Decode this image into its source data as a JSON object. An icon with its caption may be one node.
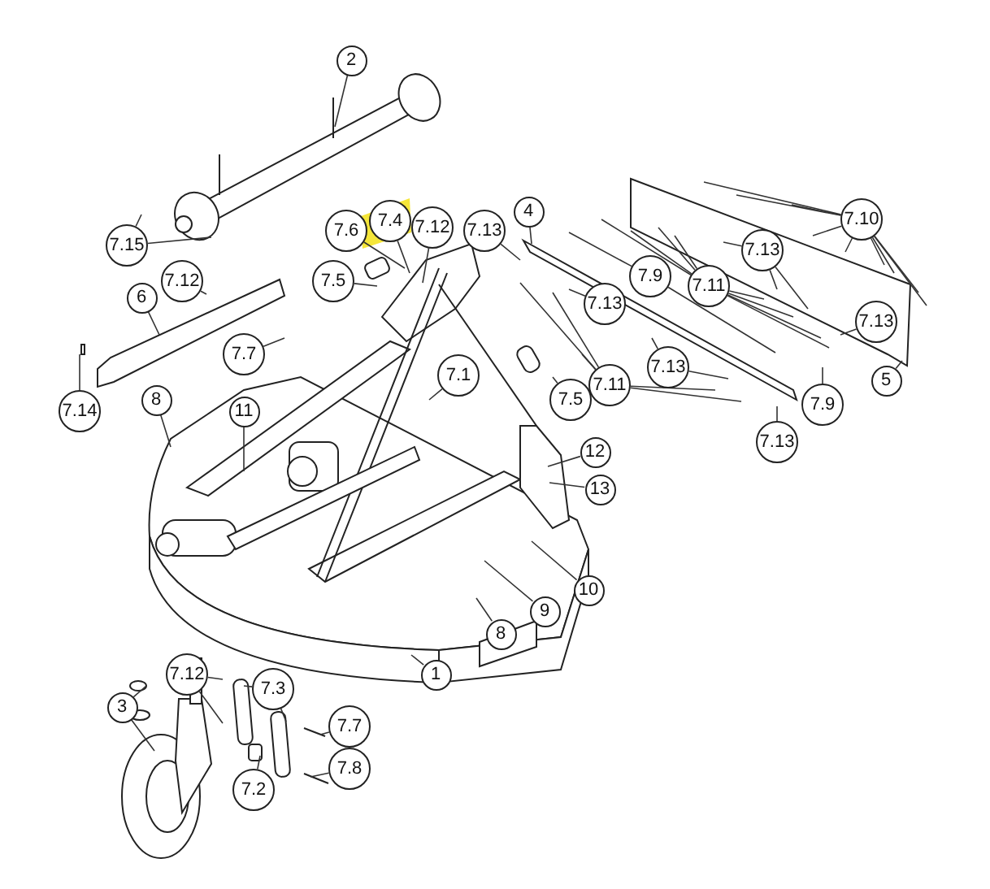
{
  "diagram": {
    "nodes": [
      {
        "text": [
          "2"
        ]
      },
      {
        "text": [
          "4"
        ]
      },
      {
        "text": [
          "7.10"
        ]
      },
      {
        "text": [
          "7.4"
        ]
      },
      {
        "text": [
          "7.12"
        ]
      },
      {
        "text": [
          "7.6"
        ]
      },
      {
        "text": [
          "7.13"
        ]
      },
      {
        "text": [
          "7.15"
        ]
      },
      {
        "text": [
          "7.13"
        ]
      },
      {
        "text": [
          "7.9"
        ]
      },
      {
        "text": [
          "7.12"
        ]
      },
      {
        "text": [
          "7.5"
        ]
      },
      {
        "text": [
          "7.11"
        ]
      },
      {
        "text": [
          "6"
        ]
      },
      {
        "text": [
          "7.13"
        ]
      },
      {
        "text": [
          "7.13"
        ]
      },
      {
        "text": [
          "7.7"
        ]
      },
      {
        "text": [
          "7.13"
        ]
      },
      {
        "text": [
          "7.1"
        ]
      },
      {
        "text": [
          "5"
        ]
      },
      {
        "text": [
          "7.11"
        ]
      },
      {
        "text": [
          "8"
        ]
      },
      {
        "text": [
          "7.5"
        ]
      },
      {
        "text": [
          "7.9"
        ]
      },
      {
        "text": [
          "11"
        ]
      },
      {
        "text": [
          "7.14"
        ]
      },
      {
        "text": [
          "7.13"
        ]
      },
      {
        "text": [
          "12"
        ]
      },
      {
        "text": [
          "13"
        ]
      },
      {
        "text": [
          "10"
        ]
      },
      {
        "text": [
          "9"
        ]
      },
      {
        "text": [
          "8"
        ]
      },
      {
        "text": [
          "1"
        ]
      },
      {
        "text": [
          "7.12"
        ]
      },
      {
        "text": [
          "7.3"
        ]
      },
      {
        "text": [
          "3"
        ]
      },
      {
        "text": [
          "7.7"
        ]
      },
      {
        "text": [
          "7.8"
        ]
      },
      {
        "text": [
          "7.2"
        ]
      }
    ],
    "edges": [
      {
        "from": 0,
        "to": null,
        "arrow": "none"
      },
      {
        "from": 1,
        "to": null,
        "arrow": "none"
      },
      {
        "from": 2,
        "to": null,
        "arrow": "none"
      },
      {
        "from": 2,
        "to": null,
        "arrow": "none"
      },
      {
        "from": 2,
        "to": null,
        "arrow": "none"
      },
      {
        "from": 2,
        "to": null,
        "arrow": "none"
      },
      {
        "from": 2,
        "to": null,
        "arrow": "none"
      },
      {
        "from": 2,
        "to": null,
        "arrow": "none"
      },
      {
        "from": 2,
        "to": null,
        "arrow": "none"
      },
      {
        "from": 2,
        "to": null,
        "arrow": "none"
      },
      {
        "from": 2,
        "to": null,
        "arrow": "none"
      },
      {
        "from": 3,
        "to": null,
        "arrow": "none"
      },
      {
        "from": 4,
        "to": null,
        "arrow": "none"
      },
      {
        "from": 5,
        "to": null,
        "arrow": "none"
      },
      {
        "from": 6,
        "to": null,
        "arrow": "none"
      },
      {
        "from": 7,
        "to": null,
        "arrow": "none"
      },
      {
        "from": 7,
        "to": null,
        "arrow": "none"
      },
      {
        "from": 8,
        "to": null,
        "arrow": "none"
      },
      {
        "from": 8,
        "to": null,
        "arrow": "none"
      },
      {
        "from": 8,
        "to": null,
        "arrow": "none"
      },
      {
        "from": 9,
        "to": null,
        "arrow": "none"
      },
      {
        "from": 9,
        "to": null,
        "arrow": "none"
      },
      {
        "from": 10,
        "to": null,
        "arrow": "none"
      },
      {
        "from": 11,
        "to": null,
        "arrow": "none"
      },
      {
        "from": 12,
        "to": null,
        "arrow": "none"
      },
      {
        "from": 12,
        "to": null,
        "arrow": "none"
      },
      {
        "from": 12,
        "to": null,
        "arrow": "none"
      },
      {
        "from": 12,
        "to": null,
        "arrow": "none"
      },
      {
        "from": 12,
        "to": null,
        "arrow": "none"
      },
      {
        "from": 12,
        "to": null,
        "arrow": "none"
      },
      {
        "from": 12,
        "to": null,
        "arrow": "none"
      },
      {
        "from": 12,
        "to": null,
        "arrow": "none"
      },
      {
        "from": 13,
        "to": null,
        "arrow": "none"
      },
      {
        "from": 14,
        "to": null,
        "arrow": "none"
      },
      {
        "from": 15,
        "to": null,
        "arrow": "none"
      },
      {
        "from": 16,
        "to": null,
        "arrow": "none"
      },
      {
        "from": 17,
        "to": null,
        "arrow": "none"
      },
      {
        "from": 17,
        "to": null,
        "arrow": "none"
      },
      {
        "from": 18,
        "to": null,
        "arrow": "none"
      },
      {
        "from": 19,
        "to": null,
        "arrow": "none"
      },
      {
        "from": 20,
        "to": null,
        "arrow": "none"
      },
      {
        "from": 20,
        "to": null,
        "arrow": "none"
      },
      {
        "from": 20,
        "to": null,
        "arrow": "none"
      },
      {
        "from": 20,
        "to": null,
        "arrow": "none"
      },
      {
        "from": 20,
        "to": null,
        "arrow": "none"
      },
      {
        "from": 21,
        "to": null,
        "arrow": "none"
      },
      {
        "from": 22,
        "to": null,
        "arrow": "none"
      },
      {
        "from": 23,
        "to": null,
        "arrow": "none"
      },
      {
        "from": 24,
        "to": null,
        "arrow": "none"
      },
      {
        "from": 25,
        "to": null,
        "arrow": "none"
      },
      {
        "from": 26,
        "to": null,
        "arrow": "none"
      },
      {
        "from": 27,
        "to": null,
        "arrow": "none"
      },
      {
        "from": 28,
        "to": null,
        "arrow": "none"
      },
      {
        "from": 29,
        "to": null,
        "arrow": "none"
      },
      {
        "from": 30,
        "to": null,
        "arrow": "none"
      },
      {
        "from": 31,
        "to": null,
        "arrow": "none"
      },
      {
        "from": 32,
        "to": null,
        "arrow": "none"
      },
      {
        "from": 33,
        "to": null,
        "arrow": "none"
      },
      {
        "from": 33,
        "to": null,
        "arrow": "none"
      },
      {
        "from": 34,
        "to": null,
        "arrow": "none"
      },
      {
        "from": 34,
        "to": null,
        "arrow": "none"
      },
      {
        "from": 35,
        "to": null,
        "arrow": "none"
      },
      {
        "from": 35,
        "to": null,
        "arrow": "none"
      },
      {
        "from": 36,
        "to": null,
        "arrow": "none"
      },
      {
        "from": 37,
        "to": null,
        "arrow": "none"
      },
      {
        "from": 38,
        "to": null,
        "arrow": "none"
      }
    ]
  }
}
